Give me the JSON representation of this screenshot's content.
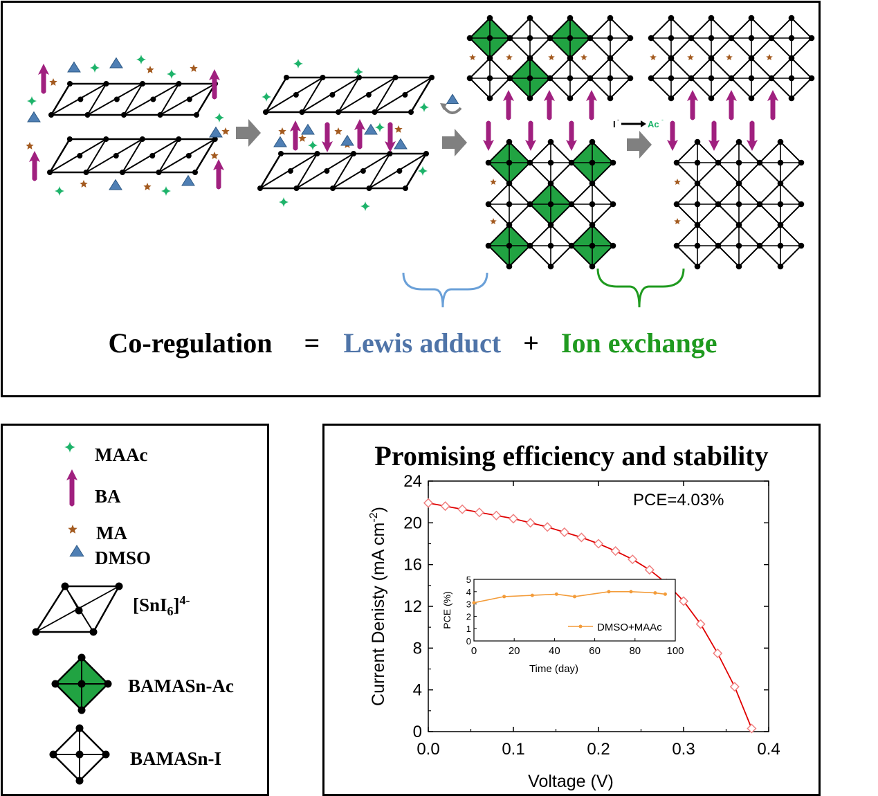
{
  "colors": {
    "maac": "#1db36a",
    "ba": "#a0207f",
    "ma": "#a35a1f",
    "dmso": "#4f7fb4",
    "ac_octahedron": "#21a342",
    "lewis": "#4f74a8",
    "ion": "#1f9a1f",
    "lewis_brace": "#6aa0d8",
    "ion_brace": "#1f9a1f",
    "curve": "#e00000",
    "inset_curve": "#f39c3a",
    "arrow_gray": "#808080"
  },
  "icons": {
    "maac": "four-point-star-icon",
    "ba": "up-arrow-icon",
    "ma": "star-icon",
    "dmso": "triangle-icon",
    "process_arrow": "right-arrow-icon",
    "release_arrow": "curved-arrow-icon"
  },
  "equation": {
    "lhs": "Co-regulation",
    "eq": "=",
    "lewis": "Lewis adduct",
    "plus": "+",
    "ion": "Ion exchange"
  },
  "exchange_label": {
    "from": "I",
    "from_sup": "-",
    "to": "Ac",
    "to_sup": "-"
  },
  "legend": {
    "maac": "MAAc",
    "ba": "BA",
    "ma": "MA",
    "dmso": "DMSO",
    "sni6_base": "[SnI",
    "sni6_sub": "6",
    "sni6_close": "]",
    "sni6_sup": "4-",
    "ac": "BAMASn-Ac",
    "i": "BAMASn-I"
  },
  "chart_title": "Promising efficiency and stability",
  "chart_data": [
    {
      "type": "line",
      "xlabel": "Voltage (V)",
      "ylabel_main": "Current Denisty (mA cm",
      "ylabel_sup": "-2",
      "ylabel_close": ")",
      "annotation": "PCE=4.03%",
      "xlim": [
        0.0,
        0.4
      ],
      "ylim": [
        0,
        24
      ],
      "xticks": [
        "0.0",
        "0.1",
        "0.2",
        "0.3",
        "0.4"
      ],
      "yticks": [
        "0",
        "4",
        "8",
        "12",
        "16",
        "20",
        "24"
      ],
      "x": [
        0.0,
        0.02,
        0.04,
        0.06,
        0.08,
        0.1,
        0.12,
        0.14,
        0.16,
        0.18,
        0.2,
        0.22,
        0.24,
        0.26,
        0.28,
        0.3,
        0.32,
        0.34,
        0.36,
        0.38
      ],
      "y": [
        21.9,
        21.6,
        21.3,
        21.0,
        20.7,
        20.4,
        20.0,
        19.6,
        19.1,
        18.6,
        18.0,
        17.3,
        16.5,
        15.5,
        14.2,
        12.5,
        10.3,
        7.5,
        4.3,
        0.3
      ]
    },
    {
      "type": "line",
      "inset": true,
      "xlabel": "Time (day)",
      "ylabel": "PCE (%)",
      "legend": "DMSO+MAAc",
      "xlim": [
        0,
        100
      ],
      "ylim": [
        0,
        5
      ],
      "xticks": [
        "0",
        "20",
        "40",
        "60",
        "80",
        "100"
      ],
      "yticks": [
        "0",
        "1",
        "2",
        "3",
        "4",
        "5"
      ],
      "x": [
        0,
        15,
        29,
        41,
        50,
        67,
        78,
        90,
        95
      ],
      "y": [
        3.1,
        3.6,
        3.7,
        3.8,
        3.6,
        4.0,
        4.0,
        3.9,
        3.8
      ]
    }
  ]
}
